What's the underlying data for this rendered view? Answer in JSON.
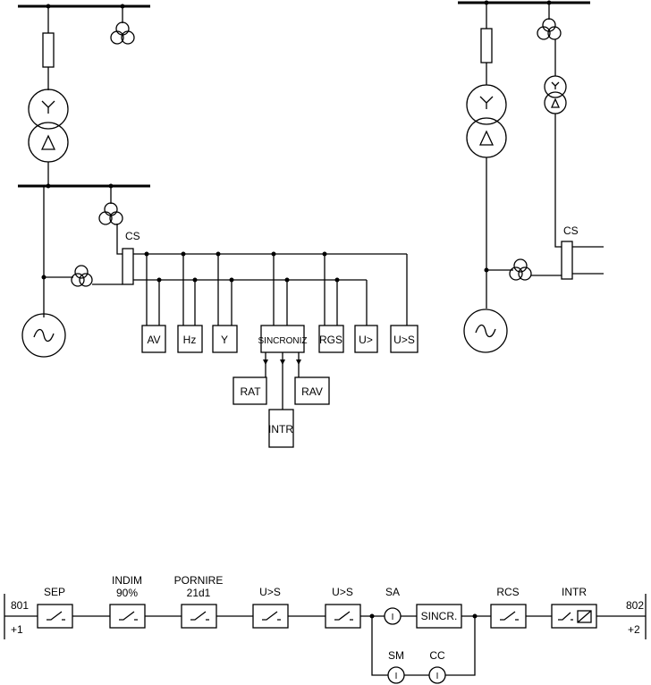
{
  "left_scheme": {
    "cs_label": "CS",
    "devices": {
      "av": "AV",
      "hz": "Hz",
      "y": "Y",
      "sincroniz": "SINCRONIZ",
      "rgs": "RGS",
      "u_gt": "U>",
      "u_gt_s": "U>S",
      "rat": "RAT",
      "rav": "RAV",
      "intr": "INTR"
    }
  },
  "right_scheme": {
    "cs_label": "CS"
  },
  "sync_circuit": {
    "left_terminal": {
      "number": "801",
      "polarity": "+1"
    },
    "right_terminal": {
      "number": "802",
      "polarity": "+2"
    },
    "contacts": [
      {
        "id": "sep",
        "label1": "SEP",
        "label2": ""
      },
      {
        "id": "indim",
        "label1": "INDIM",
        "label2": "90%"
      },
      {
        "id": "pornire",
        "label1": "PORNIRE",
        "label2": "21d1"
      },
      {
        "id": "u-s-1",
        "label1": "U>S",
        "label2": ""
      },
      {
        "id": "u-s-2",
        "label1": "U>S",
        "label2": ""
      },
      {
        "id": "rcs",
        "label1": "RCS",
        "label2": ""
      },
      {
        "id": "intr",
        "label1": "INTR",
        "label2": ""
      }
    ],
    "sa_label": "SA",
    "sincr_label": "SINCR.",
    "sm_label": "SM",
    "cc_label": "CC",
    "meter_symbol": "I"
  }
}
